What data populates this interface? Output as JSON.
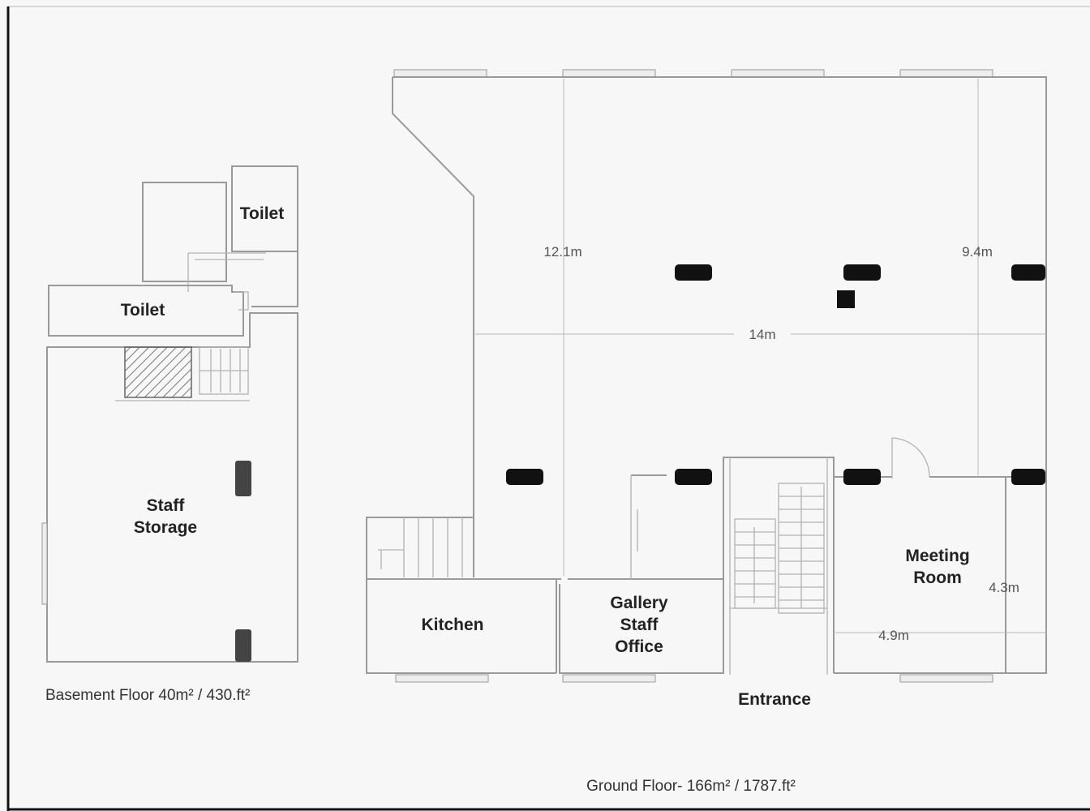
{
  "basement": {
    "rooms": {
      "toilet_upper": "Toilet",
      "toilet_lower": "Toilet",
      "staff_storage_line1": "Staff",
      "staff_storage_line2": "Storage"
    },
    "caption": "Basement Floor 40m² /  430.ft²"
  },
  "ground": {
    "rooms": {
      "kitchen": "Kitchen",
      "gallery_line1": "Gallery",
      "gallery_line2": "Staff",
      "gallery_line3": "Office",
      "meeting_line1": "Meeting",
      "meeting_line2": "Room",
      "entrance": "Entrance"
    },
    "dimensions": {
      "depth_left": "12.1m",
      "depth_right": "9.4m",
      "width": "14m",
      "meeting_depth": "4.3m",
      "meeting_width": "4.9m"
    },
    "caption": "Ground Floor- 166m² / 1787.ft²"
  },
  "colors": {
    "wall": "#9a9a9a",
    "column": "#111111",
    "background": "#f7f7f7"
  }
}
